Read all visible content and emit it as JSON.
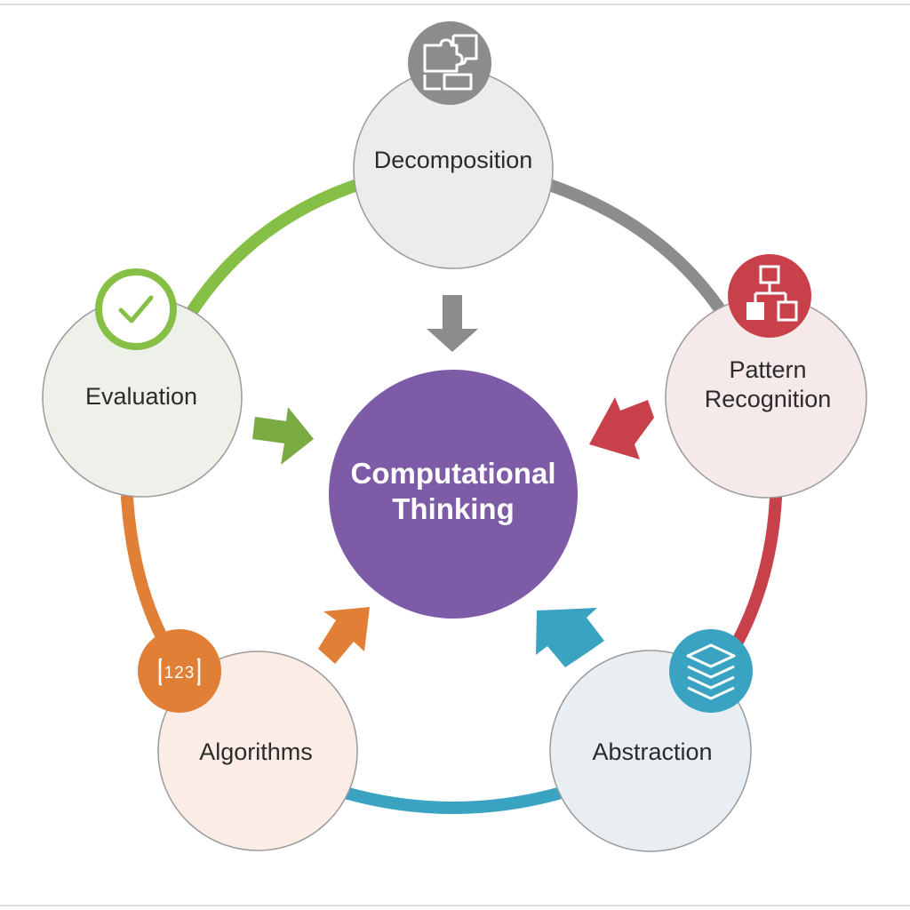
{
  "center": {
    "line1": "Computational",
    "line2": "Thinking",
    "color": "#7d5ba6"
  },
  "nodes": {
    "decomposition": {
      "label": "Decomposition",
      "fill": "#ececec",
      "icon": "puzzle-icon",
      "accent": "#8c8c8c"
    },
    "pattern": {
      "line1": "Pattern",
      "line2": "Recognition",
      "fill": "#f6e9e9",
      "icon": "flowchart-icon",
      "accent": "#c8414a"
    },
    "abstraction": {
      "label": "Abstraction",
      "fill": "#e8eef2",
      "icon": "layers-icon",
      "accent": "#3aa3c2"
    },
    "algorithms": {
      "label": "Algorithms",
      "fill": "#fbece6",
      "icon": "numbers-icon",
      "icon_text": "123",
      "accent": "#e07f35"
    },
    "evaluation": {
      "label": "Evaluation",
      "fill": "#eef0ea",
      "icon": "checkmark-icon",
      "accent": "#86bf45"
    }
  },
  "connectors": {
    "decomposition_pattern": "#8c8c8c",
    "pattern_abstraction": "#c8414a",
    "abstraction_algorithms": "#3aa3c2",
    "algorithms_evaluation": "#e07f35",
    "evaluation_decomposition": "#86bf45"
  },
  "arrows": {
    "from_decomposition": "#8c8c8c",
    "from_pattern": "#c8414a",
    "from_abstraction": "#3aa3c2",
    "from_algorithms": "#e07f35",
    "from_evaluation": "#7aaa42"
  }
}
